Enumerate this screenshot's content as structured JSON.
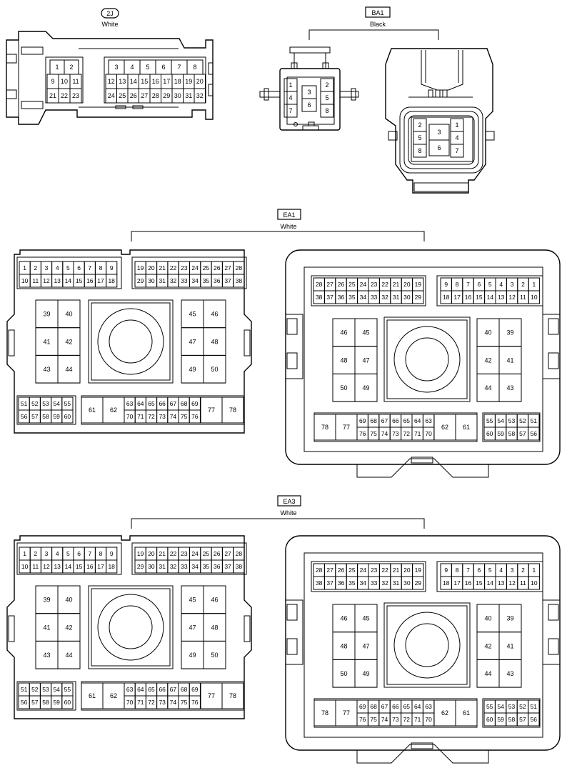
{
  "connectors": {
    "c2j": {
      "code": "2J",
      "color": "White"
    },
    "ba1": {
      "code": "BA1",
      "color": "Black"
    },
    "ea1": {
      "code": "EA1",
      "color": "White"
    },
    "ea3": {
      "code": "EA3",
      "color": "White"
    }
  },
  "pins": {
    "c2j": {
      "left_top": [
        "1",
        "2"
      ],
      "left_mid": [
        "9",
        "10",
        "11"
      ],
      "left_bot": [
        "21",
        "22",
        "23"
      ],
      "right_top": [
        "3",
        "4",
        "5",
        "6",
        "7",
        "8"
      ],
      "right_mid": [
        "12",
        "13",
        "14",
        "15",
        "16",
        "17",
        "18",
        "19",
        "20"
      ],
      "right_bot": [
        "24",
        "25",
        "26",
        "27",
        "28",
        "29",
        "30",
        "31",
        "32"
      ]
    },
    "ba1_small": {
      "left": [
        "1",
        "4",
        "7"
      ],
      "center": [
        "3",
        "6"
      ],
      "right": [
        "2",
        "5",
        "8"
      ]
    },
    "ba1_large": {
      "left": [
        "2",
        "5",
        "8"
      ],
      "center": [
        "3",
        "6"
      ],
      "right": [
        "1",
        "4",
        "7"
      ]
    },
    "ea_left": {
      "g1_top": [
        "1",
        "2",
        "3",
        "4",
        "5",
        "6",
        "7",
        "8",
        "9"
      ],
      "g1_bot": [
        "10",
        "11",
        "12",
        "13",
        "14",
        "15",
        "16",
        "17",
        "18"
      ],
      "g2_top": [
        "19",
        "20",
        "21",
        "22",
        "23",
        "24",
        "25",
        "26",
        "27",
        "28"
      ],
      "g2_bot": [
        "29",
        "30",
        "31",
        "32",
        "33",
        "34",
        "35",
        "36",
        "37",
        "38"
      ],
      "blkA": [
        "39",
        "40",
        "41",
        "42",
        "43",
        "44"
      ],
      "blkB": [
        "45",
        "46",
        "47",
        "48",
        "49",
        "50"
      ],
      "small_top": [
        "51",
        "52",
        "53",
        "54",
        "55"
      ],
      "small_bot": [
        "56",
        "57",
        "58",
        "59",
        "60"
      ],
      "big_l": [
        "61",
        "62"
      ],
      "row_top": [
        "63",
        "64",
        "65",
        "66",
        "67",
        "68",
        "69"
      ],
      "row_bot": [
        "70",
        "71",
        "72",
        "73",
        "74",
        "75",
        "76"
      ],
      "big_r": [
        "77",
        "78"
      ]
    },
    "ea_right": {
      "g1_top": [
        "28",
        "27",
        "26",
        "25",
        "24",
        "23",
        "22",
        "21",
        "20",
        "19"
      ],
      "g1_bot": [
        "38",
        "37",
        "36",
        "35",
        "34",
        "33",
        "32",
        "31",
        "30",
        "29"
      ],
      "g2_top": [
        "9",
        "8",
        "7",
        "6",
        "5",
        "4",
        "3",
        "2",
        "1"
      ],
      "g2_bot": [
        "18",
        "17",
        "16",
        "15",
        "14",
        "13",
        "12",
        "11",
        "10"
      ],
      "blkA": [
        "46",
        "45",
        "48",
        "47",
        "50",
        "49"
      ],
      "blkB": [
        "40",
        "39",
        "42",
        "41",
        "44",
        "43"
      ],
      "big_l": [
        "78",
        "77"
      ],
      "row_top": [
        "69",
        "68",
        "67",
        "66",
        "65",
        "64",
        "63"
      ],
      "row_bot": [
        "76",
        "75",
        "74",
        "73",
        "72",
        "71",
        "70"
      ],
      "big_r": [
        "62",
        "61"
      ],
      "small_top": [
        "55",
        "54",
        "53",
        "52",
        "51"
      ],
      "small_bot": [
        "60",
        "59",
        "58",
        "57",
        "56"
      ]
    }
  }
}
